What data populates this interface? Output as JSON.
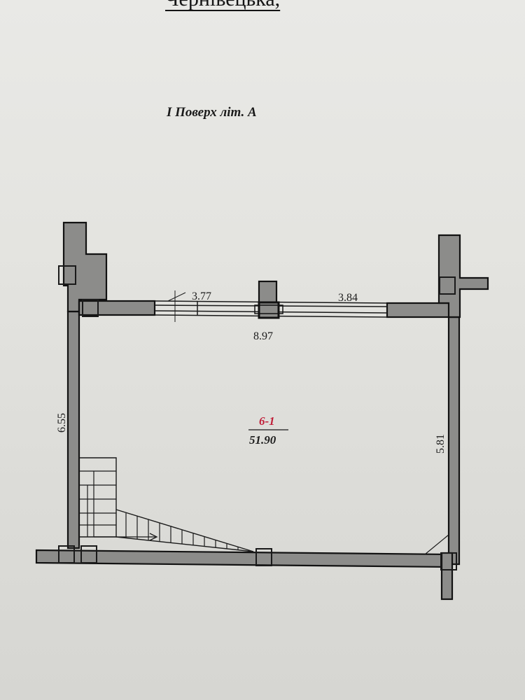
{
  "header": {
    "street_name": "Чернівецька,"
  },
  "plan": {
    "floor_title": "І Поверх літ. А",
    "dimensions": {
      "front_left": "3.77",
      "front_right": "3.84",
      "front_total": "8.97",
      "left_side": "6.55",
      "right_side": "5.81"
    },
    "room": {
      "number": "6-1",
      "area": "51.90"
    }
  },
  "colors": {
    "wall_fill": "#8c8c8a",
    "line": "#1a1a1a",
    "room_number": "#c0203a",
    "paper": "#e6e6e3"
  }
}
